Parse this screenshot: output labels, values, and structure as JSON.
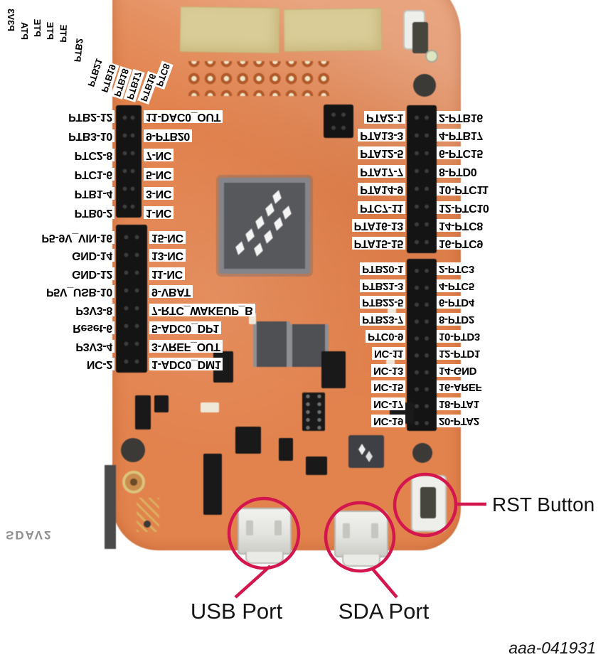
{
  "annotations": {
    "rst_label": "RST Button",
    "usb_label": "USB Port",
    "sda_label": "SDA Port",
    "figure_id": "aaa-041931",
    "accent_color": "#d4164e"
  },
  "board": {
    "pcb_color": "#e2824d",
    "silkscreen_sda": "SDAV2",
    "top_edge_labels": [
      "P3V3",
      "PTA",
      "PTE",
      "PTE",
      "PTE",
      "PTB2",
      "PTB21",
      "PTB19",
      "PTB18",
      "PTB17",
      "PTB16",
      "PTC8"
    ]
  },
  "headers": {
    "top_left": {
      "outer": [
        "PTB2-12",
        "PTB3-10",
        "PTC2-8",
        "PTC1-6",
        "PTB1-4",
        "PTB0-2"
      ],
      "inner": [
        "11-DAC0_OUT",
        "9-PTB20",
        "7-NC",
        "5-NC",
        "3-NC",
        "1-NC"
      ]
    },
    "top_right": {
      "inner": [
        "PTA2-1",
        "PTA13-3",
        "PTA12-5",
        "PTA17-7",
        "PTA14-9",
        "PTC7-11",
        "PTA16-13",
        "PTA15-15"
      ],
      "outer": [
        "2-PTB16",
        "4-PTB17",
        "6-PTC15",
        "8-PTD0",
        "10-PTC11",
        "12-PTC10",
        "14-PTC8",
        "16-PTC9"
      ]
    },
    "mid_left": {
      "outer": [
        "P5-9V_VIN-16",
        "GND-14",
        "GND-12",
        "P5V_USB-10",
        "P3V3-8",
        "Reset-6",
        "P3V3-4",
        "NC-2"
      ],
      "inner": [
        "15-NC",
        "13-NC",
        "11-NC",
        "9-VBAT",
        "7-RTC_WAKEUP_B",
        "5-ADC0_DP1",
        "3-VREF_OUT",
        "1-ADC0_DM1"
      ]
    },
    "bottom_right": {
      "inner": [
        "PTB20-1",
        "PTB21-3",
        "PTB22-5",
        "PTB23-7",
        "PTC0-9",
        "NC-11",
        "NC-13",
        "NC-15",
        "NC-17",
        "NC-19"
      ],
      "outer": [
        "2-PTC3",
        "4-PTC5",
        "6-PTD4",
        "8-PTD2",
        "10-PTD3",
        "12-PTD1",
        "14-GND",
        "16-AREF",
        "18-PTA1",
        "20-PTA2"
      ]
    }
  }
}
